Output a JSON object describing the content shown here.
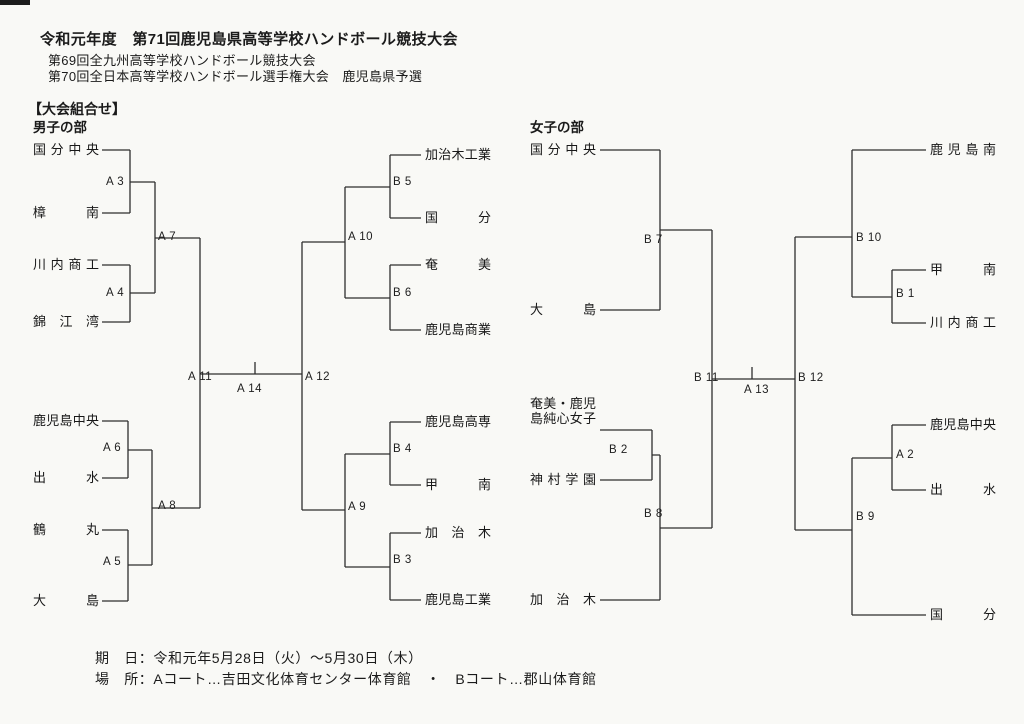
{
  "header": {
    "title": "令和元年度　第71回鹿児島県高等学校ハンドボール競技大会",
    "subtitle1": "第69回全九州高等学校ハンドボール競技大会",
    "subtitle2": "第70回全日本高等学校ハンドボール選手権大会　鹿児島県予選",
    "section_label": "【大会組合せ】"
  },
  "mens": {
    "label": "男子の部",
    "left_teams": [
      "国分中央",
      "樟南",
      "川内商工",
      "錦江湾",
      "鹿児島中央",
      "出水",
      "鶴丸",
      "大島"
    ],
    "right_teams": [
      "加治木工業",
      "国分",
      "奄美",
      "鹿児島商業",
      "鹿児島高専",
      "甲南",
      "加治木",
      "鹿児島工業"
    ]
  },
  "womens": {
    "label": "女子の部",
    "left_teams": [
      "国分中央",
      "大島",
      "奄美・鹿児島純心女子",
      "神村学園",
      "加治木"
    ],
    "right_teams": [
      "鹿児島南",
      "甲南",
      "川内商工",
      "鹿児島中央",
      "出水",
      "国分"
    ]
  },
  "matches": {
    "A2": "A 2",
    "A3": "A 3",
    "A4": "A 4",
    "A5": "A 5",
    "A6": "A 6",
    "A7": "A 7",
    "A8": "A 8",
    "A9": "A 9",
    "A10": "A 10",
    "A11": "A 11",
    "A12": "A 12",
    "A13": "A 13",
    "A14": "A 14",
    "B1": "B 1",
    "B2": "B 2",
    "B3": "B 3",
    "B4": "B 4",
    "B5": "B 5",
    "B6": "B 6",
    "B7": "B 7",
    "B8": "B 8",
    "B9": "B 9",
    "B10": "B 10",
    "B11": "B 11",
    "B12": "B 12"
  },
  "footer": {
    "date_line": "期　日：令和元年5月28日（火）～5月30日（木）",
    "venue_line": "場　所：Aコート…吉田文化体育センター体育館　・　Bコート…郡山体育館"
  },
  "colors": {
    "paper": "#f9f9f6",
    "ink": "#1b1b1b",
    "line": "#2e2e2e"
  }
}
